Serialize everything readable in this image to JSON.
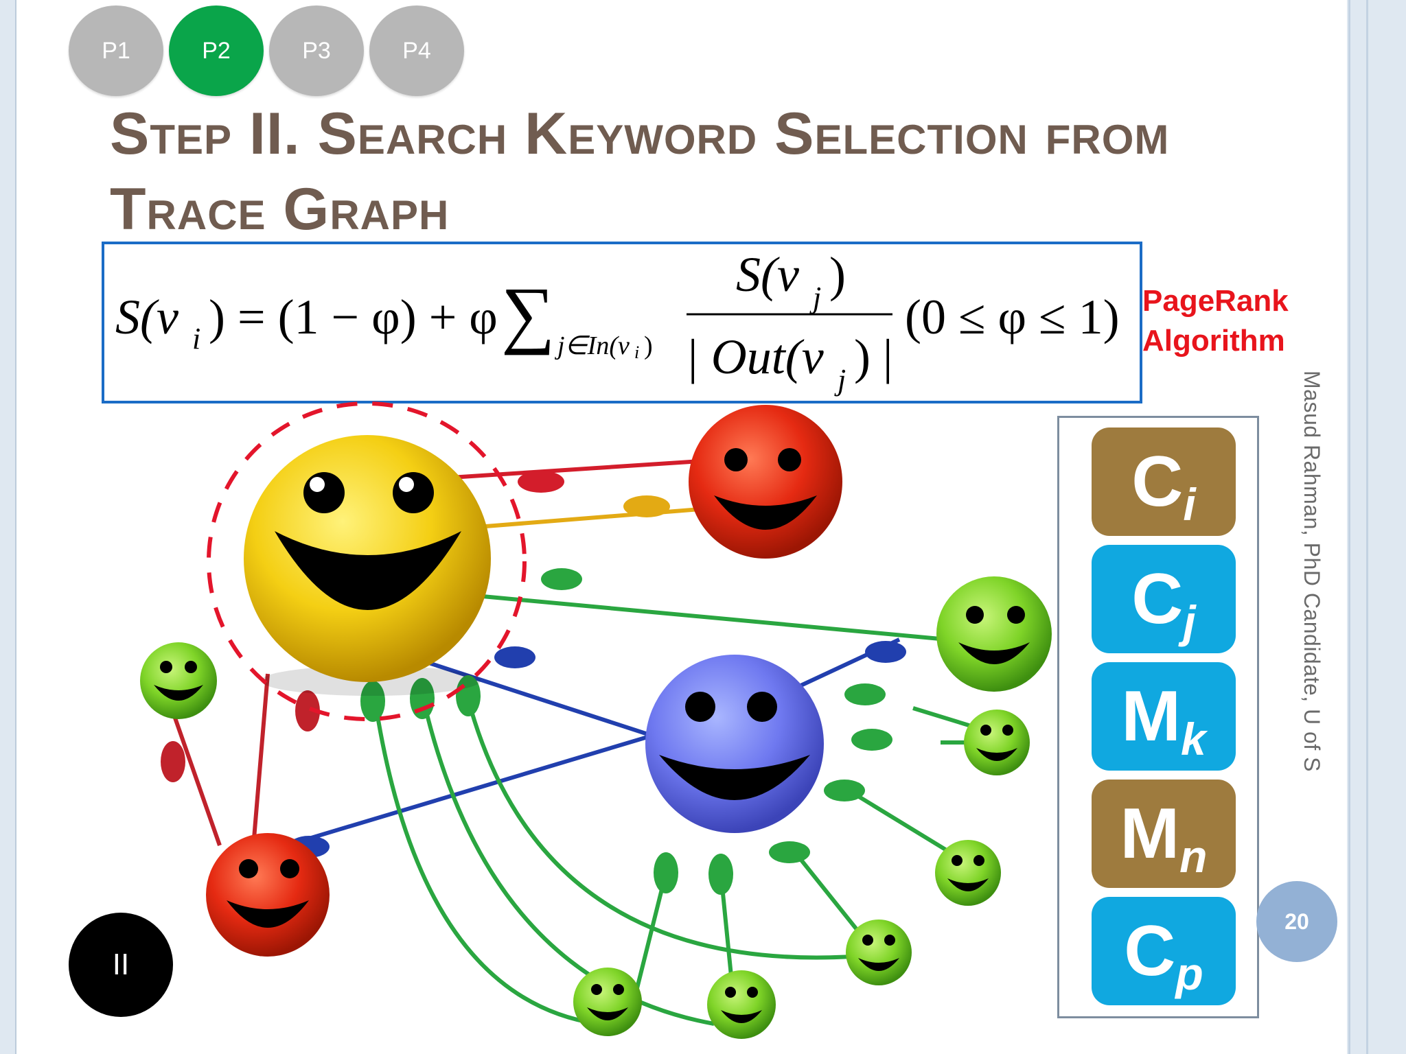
{
  "nav": {
    "tabs": [
      {
        "label": "P1"
      },
      {
        "label": "P2"
      },
      {
        "label": "P3"
      },
      {
        "label": "P4"
      }
    ]
  },
  "slide": {
    "title": "Step II. Search Keyword Selection from Trace Graph",
    "formula": {
      "lhs": "S(v",
      "lhs_sub": "i",
      "equals": ") = (1 − φ) + φ",
      "sum": "∑",
      "sum_sub": "j∈In(v",
      "sum_sub_i": "i",
      "sum_sub_close": ")",
      "numerator": "S(v",
      "numerator_sub": "j",
      "denominator": "| Out(v",
      "denominator_sub": "j",
      "denominator_close": ") |",
      "condition": "(0 ≤ φ ≤ 1)"
    },
    "pagerank_label_1": "PageRank",
    "pagerank_label_2": "Algorithm",
    "chips": [
      {
        "letter": "C",
        "sub": "i",
        "color": "#9e7b3e"
      },
      {
        "letter": "C",
        "sub": "j",
        "color": "#10a8e0"
      },
      {
        "letter": "M",
        "sub": "k",
        "color": "#10a8e0"
      },
      {
        "letter": "M",
        "sub": "n",
        "color": "#9e7b3e"
      },
      {
        "letter": "C",
        "sub": "p",
        "color": "#10a8e0"
      }
    ],
    "author": "Masud Rahman, PhD Candidate, U of S",
    "page_number": "20",
    "section_badge": "II"
  },
  "colors": {
    "accent_green": "#0aa54a",
    "title_brown": "#705c50",
    "formula_border": "#1b6cc6",
    "pagerank_red": "#e8141c"
  }
}
